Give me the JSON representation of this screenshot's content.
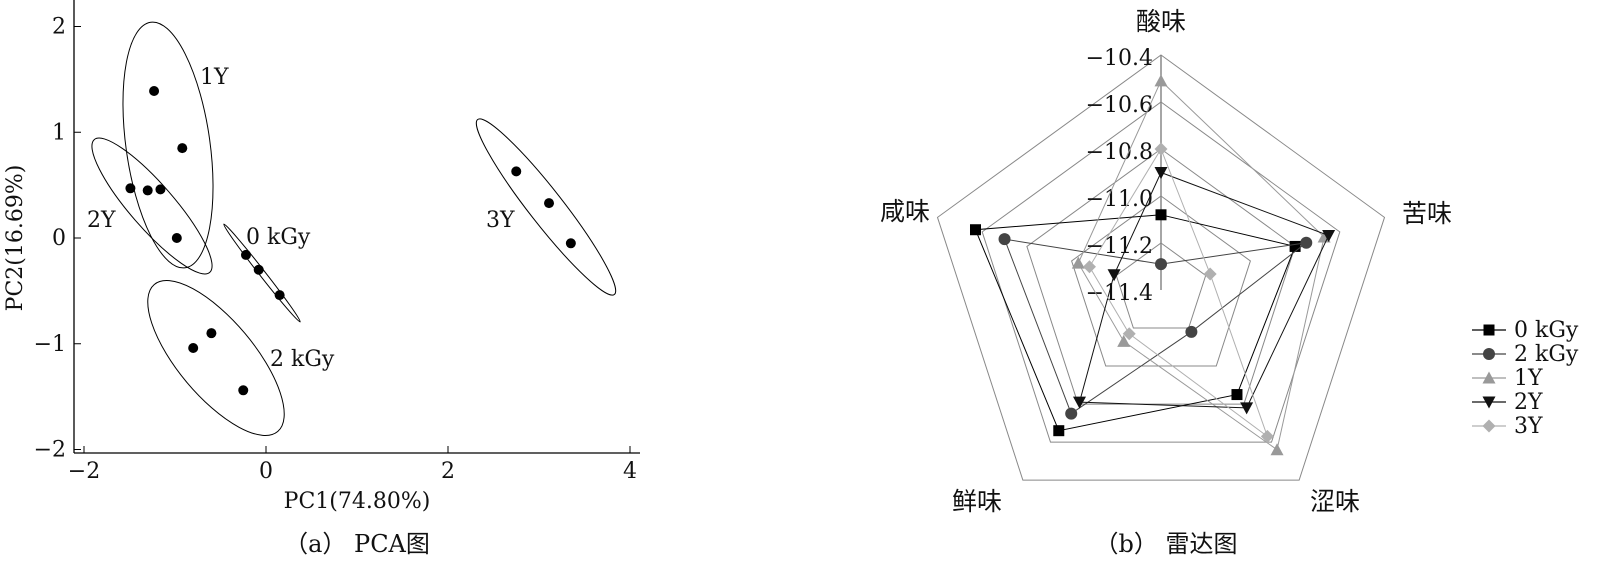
{
  "chart_data": [
    {
      "type": "scatter",
      "caption": "（a） PCA图",
      "xlabel": "PC1(74.80%)",
      "ylabel": "PC2(16.69%)",
      "xlim": [
        -2.2,
        4
      ],
      "ylim": [
        -2.1,
        2.3
      ],
      "xticks": [
        -2,
        0,
        2,
        4
      ],
      "xtick_labels": [
        "−2",
        "0",
        "2",
        "4"
      ],
      "yticks": [
        -2,
        -1,
        0,
        1,
        2
      ],
      "ytick_labels": [
        "−2",
        "−1",
        "0",
        "1",
        "2"
      ],
      "grid": false,
      "groups": [
        {
          "name": "1Y",
          "points": [
            [
              -1.23,
              1.39
            ],
            [
              -0.92,
              0.85
            ],
            [
              -0.98,
              0.0
            ]
          ]
        },
        {
          "name": "2Y",
          "points": [
            [
              -1.49,
              0.47
            ],
            [
              -1.3,
              0.45
            ],
            [
              -1.16,
              0.46
            ]
          ]
        },
        {
          "name": "0 kGy",
          "points": [
            [
              -0.22,
              -0.16
            ],
            [
              -0.08,
              -0.3
            ],
            [
              0.15,
              -0.54
            ]
          ]
        },
        {
          "name": "2 kGy",
          "points": [
            [
              -0.6,
              -0.9
            ],
            [
              -0.8,
              -1.04
            ],
            [
              -0.25,
              -1.44
            ]
          ]
        },
        {
          "name": "3Y",
          "points": [
            [
              2.75,
              0.63
            ],
            [
              3.11,
              0.33
            ],
            [
              3.35,
              -0.05
            ]
          ]
        }
      ]
    },
    {
      "type": "radar",
      "caption": "（b） 雷达图",
      "axes": [
        "酸味",
        "苦味",
        "涩味",
        "鲜味",
        "咸味"
      ],
      "range": [
        -11.4,
        -10.4
      ],
      "ticks": [
        -11.4,
        -11.2,
        -11.0,
        -10.8,
        -10.6,
        -10.4
      ],
      "tick_labels": [
        "−11.4",
        "−11.2",
        "−11.0",
        "−10.8",
        "−10.6",
        "−10.4"
      ],
      "legend_position": "right",
      "series": [
        {
          "name": "0 kGy",
          "marker": "square",
          "color": "#000000",
          "values": [
            -11.08,
            -10.8,
            -10.85,
            -10.66,
            -10.57
          ]
        },
        {
          "name": "2 kGy",
          "marker": "circle",
          "color": "#444444",
          "values": [
            -11.29,
            -10.75,
            -11.18,
            -10.75,
            -10.7
          ]
        },
        {
          "name": "1Y",
          "marker": "triangle-up",
          "color": "#999999",
          "values": [
            -10.51,
            -10.67,
            -10.56,
            -11.13,
            -11.03
          ]
        },
        {
          "name": "2Y",
          "marker": "triangle-down",
          "color": "#111111",
          "values": [
            -10.9,
            -10.65,
            -10.78,
            -10.81,
            -11.19
          ]
        },
        {
          "name": "3Y",
          "marker": "diamond",
          "color": "#b0b0b0",
          "values": [
            -10.8,
            -11.18,
            -10.63,
            -11.17,
            -11.08
          ]
        }
      ]
    }
  ]
}
